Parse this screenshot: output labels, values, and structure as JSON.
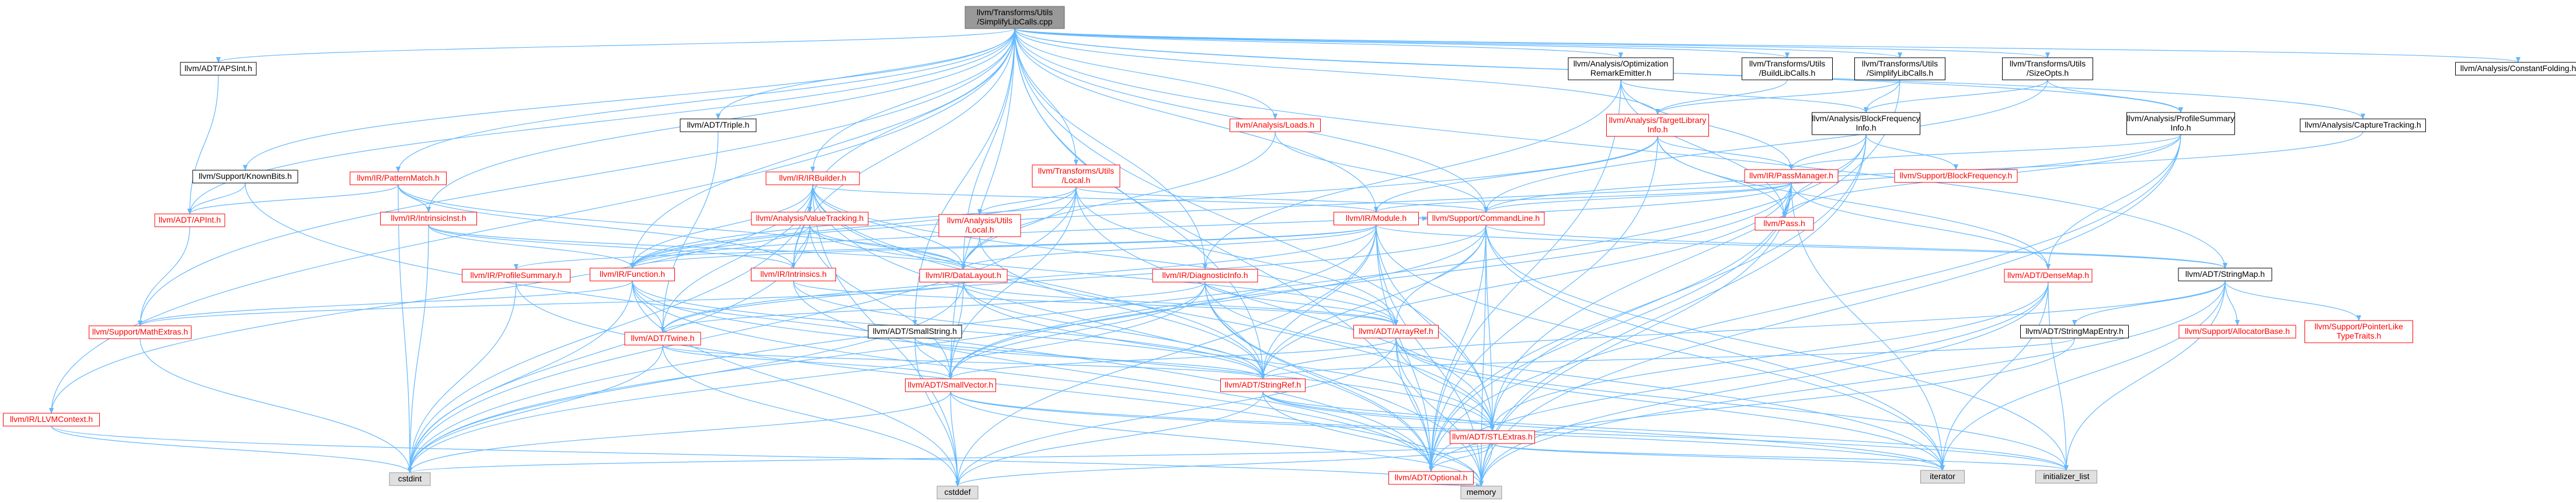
{
  "graph": {
    "title_lines": [
      "llvm/Transforms/Utils",
      "/SimplifyLibCalls.cpp"
    ],
    "colors": {
      "edge": "#63b8ff",
      "missing_node_border": "#ff0000",
      "root_fill": "#999999",
      "system_header_fill": "#e0e0e0"
    },
    "nodes": [
      {
        "id": "root",
        "lines": [
          "llvm/Transforms/Utils",
          "/SimplifyLibCalls.cpp"
        ],
        "kind": "root"
      },
      {
        "id": "apsint",
        "lines": [
          "llvm/ADT/APSInt.h"
        ],
        "kind": "normal"
      },
      {
        "id": "apint",
        "lines": [
          "llvm/ADT/APInt.h"
        ],
        "kind": "red"
      },
      {
        "id": "mathextras",
        "lines": [
          "llvm/Support/MathExtras.h"
        ],
        "kind": "red"
      },
      {
        "id": "llvmcontext",
        "lines": [
          "llvm/IR/LLVMContext.h"
        ],
        "kind": "red"
      },
      {
        "id": "cstdint",
        "lines": [
          "cstdint"
        ],
        "kind": "gray"
      },
      {
        "id": "memory",
        "lines": [
          "memory"
        ],
        "kind": "gray"
      },
      {
        "id": "knownbits",
        "lines": [
          "llvm/Support/KnownBits.h"
        ],
        "kind": "normal"
      },
      {
        "id": "patternmatch",
        "lines": [
          "llvm/IR/PatternMatch.h"
        ],
        "kind": "red"
      },
      {
        "id": "intrinsicinst",
        "lines": [
          "llvm/IR/IntrinsicInst.h"
        ],
        "kind": "red"
      },
      {
        "id": "irbuilder",
        "lines": [
          "llvm/IR/IRBuilder.h"
        ],
        "kind": "red"
      },
      {
        "id": "triple",
        "lines": [
          "llvm/ADT/Triple.h"
        ],
        "kind": "normal"
      },
      {
        "id": "twine",
        "lines": [
          "llvm/ADT/Twine.h"
        ],
        "kind": "red"
      },
      {
        "id": "profilesummary",
        "lines": [
          "llvm/IR/ProfileSummary.h"
        ],
        "kind": "red"
      },
      {
        "id": "function",
        "lines": [
          "llvm/IR/Function.h"
        ],
        "kind": "red"
      },
      {
        "id": "intrinsics",
        "lines": [
          "llvm/IR/Intrinsics.h"
        ],
        "kind": "red"
      },
      {
        "id": "valuetracking",
        "lines": [
          "llvm/Analysis/ValueTracking.h"
        ],
        "kind": "red"
      },
      {
        "id": "smallstring",
        "lines": [
          "llvm/ADT/SmallString.h"
        ],
        "kind": "normal"
      },
      {
        "id": "smallvector",
        "lines": [
          "llvm/ADT/SmallVector.h"
        ],
        "kind": "red"
      },
      {
        "id": "cstddef",
        "lines": [
          "cstddef"
        ],
        "kind": "gray"
      },
      {
        "id": "datalayout",
        "lines": [
          "llvm/IR/DataLayout.h"
        ],
        "kind": "red"
      },
      {
        "id": "utilslocal",
        "lines": [
          "llvm/Transforms/Utils",
          "/Local.h"
        ],
        "kind": "red"
      },
      {
        "id": "analysisutilslocal",
        "lines": [
          "llvm/Analysis/Utils",
          "/Local.h"
        ],
        "kind": "red"
      },
      {
        "id": "loads",
        "lines": [
          "llvm/Analysis/Loads.h"
        ],
        "kind": "red"
      },
      {
        "id": "diagnosticinfo",
        "lines": [
          "llvm/IR/DiagnosticInfo.h"
        ],
        "kind": "red"
      },
      {
        "id": "module",
        "lines": [
          "llvm/IR/Module.h"
        ],
        "kind": "red"
      },
      {
        "id": "arrayref",
        "lines": [
          "llvm/ADT/ArrayRef.h"
        ],
        "kind": "red"
      },
      {
        "id": "stringref",
        "lines": [
          "llvm/ADT/StringRef.h"
        ],
        "kind": "red"
      },
      {
        "id": "stlextras",
        "lines": [
          "llvm/ADT/STLExtras.h"
        ],
        "kind": "red"
      },
      {
        "id": "optional",
        "lines": [
          "llvm/ADT/Optional.h"
        ],
        "kind": "red"
      },
      {
        "id": "remarkemitter",
        "lines": [
          "llvm/Analysis/Optimization",
          "RemarkEmitter.h"
        ],
        "kind": "normal"
      },
      {
        "id": "targetlibraryinfo",
        "lines": [
          "llvm/Analysis/TargetLibrary",
          "Info.h"
        ],
        "kind": "red"
      },
      {
        "id": "commandline",
        "lines": [
          "llvm/Support/CommandLine.h"
        ],
        "kind": "red"
      },
      {
        "id": "buildlibcalls",
        "lines": [
          "llvm/Transforms/Utils",
          "/BuildLibCalls.h"
        ],
        "kind": "normal"
      },
      {
        "id": "simplifylibcalls_h",
        "lines": [
          "llvm/Transforms/Utils",
          "/SimplifyLibCalls.h"
        ],
        "kind": "normal"
      },
      {
        "id": "blockfrequencyinfo",
        "lines": [
          "llvm/Analysis/BlockFrequency",
          "Info.h"
        ],
        "kind": "normal"
      },
      {
        "id": "passmanager",
        "lines": [
          "llvm/IR/PassManager.h"
        ],
        "kind": "red"
      },
      {
        "id": "pass",
        "lines": [
          "llvm/Pass.h"
        ],
        "kind": "red"
      },
      {
        "id": "blockfrequency",
        "lines": [
          "llvm/Support/BlockFrequency.h"
        ],
        "kind": "red"
      },
      {
        "id": "sizeopts",
        "lines": [
          "llvm/Transforms/Utils",
          "/SizeOpts.h"
        ],
        "kind": "normal"
      },
      {
        "id": "profilesummaryinfo",
        "lines": [
          "llvm/Analysis/ProfileSummary",
          "Info.h"
        ],
        "kind": "normal"
      },
      {
        "id": "densemap",
        "lines": [
          "llvm/ADT/DenseMap.h"
        ],
        "kind": "red"
      },
      {
        "id": "stringmap",
        "lines": [
          "llvm/ADT/StringMap.h"
        ],
        "kind": "normal"
      },
      {
        "id": "stringmapentry",
        "lines": [
          "llvm/ADT/StringMapEntry.h"
        ],
        "kind": "normal"
      },
      {
        "id": "allocatorbase",
        "lines": [
          "llvm/Support/AllocatorBase.h"
        ],
        "kind": "red"
      },
      {
        "id": "pointerliketypetraits",
        "lines": [
          "llvm/Support/PointerLike",
          "TypeTraits.h"
        ],
        "kind": "red"
      },
      {
        "id": "capturetracking",
        "lines": [
          "llvm/Analysis/CaptureTracking.h"
        ],
        "kind": "normal"
      },
      {
        "id": "constantfolding",
        "lines": [
          "llvm/Analysis/ConstantFolding.h"
        ],
        "kind": "normal"
      },
      {
        "id": "iterator",
        "lines": [
          "iterator"
        ],
        "kind": "gray"
      },
      {
        "id": "initializer_list",
        "lines": [
          "initializer_list"
        ],
        "kind": "gray"
      }
    ],
    "edges": [
      [
        "root",
        "apsint"
      ],
      [
        "root",
        "knownbits"
      ],
      [
        "root",
        "llvmcontext"
      ],
      [
        "root",
        "mathextras"
      ],
      [
        "root",
        "patternmatch"
      ],
      [
        "root",
        "intrinsicinst"
      ],
      [
        "root",
        "function"
      ],
      [
        "root",
        "triple"
      ],
      [
        "root",
        "irbuilder"
      ],
      [
        "root",
        "valuetracking"
      ],
      [
        "root",
        "intrinsics"
      ],
      [
        "root",
        "datalayout"
      ],
      [
        "root",
        "smallstring"
      ],
      [
        "root",
        "utilslocal"
      ],
      [
        "root",
        "loads"
      ],
      [
        "root",
        "module"
      ],
      [
        "root",
        "stringmap"
      ],
      [
        "root",
        "remarkemitter"
      ],
      [
        "root",
        "buildlibcalls"
      ],
      [
        "root",
        "simplifylibcalls_h"
      ],
      [
        "root",
        "sizeopts"
      ],
      [
        "root",
        "profilesummaryinfo"
      ],
      [
        "root",
        "capturetracking"
      ],
      [
        "root",
        "constantfolding"
      ],
      [
        "root",
        "targetlibraryinfo"
      ],
      [
        "root",
        "commandline"
      ],
      [
        "root",
        "stringref"
      ],
      [
        "root",
        "smallvector"
      ],
      [
        "root",
        "diagnosticinfo"
      ],
      [
        "root",
        "optional"
      ],
      [
        "root",
        "stlextras"
      ],
      [
        "root",
        "apint"
      ],
      [
        "apsint",
        "apint"
      ],
      [
        "apint",
        "mathextras"
      ],
      [
        "mathextras",
        "cstdint"
      ],
      [
        "llvmcontext",
        "cstdint"
      ],
      [
        "llvmcontext",
        "memory"
      ],
      [
        "knownbits",
        "apint"
      ],
      [
        "knownbits",
        "optional"
      ],
      [
        "patternmatch",
        "apint"
      ],
      [
        "patternmatch",
        "intrinsicinst"
      ],
      [
        "patternmatch",
        "datalayout"
      ],
      [
        "patternmatch",
        "intrinsics"
      ],
      [
        "patternmatch",
        "cstdint"
      ],
      [
        "intrinsicinst",
        "function"
      ],
      [
        "intrinsicinst",
        "intrinsics"
      ],
      [
        "intrinsicinst",
        "cstdint"
      ],
      [
        "intrinsicinst",
        "datalayout"
      ],
      [
        "irbuilder",
        "arrayref"
      ],
      [
        "irbuilder",
        "twine"
      ],
      [
        "irbuilder",
        "stringref"
      ],
      [
        "irbuilder",
        "datalayout"
      ],
      [
        "irbuilder",
        "function"
      ],
      [
        "irbuilder",
        "intrinsics"
      ],
      [
        "irbuilder",
        "module"
      ],
      [
        "irbuilder",
        "cstddef"
      ],
      [
        "irbuilder",
        "cstdint"
      ],
      [
        "irbuilder",
        "optional"
      ],
      [
        "irbuilder",
        "stlextras"
      ],
      [
        "irbuilder",
        "llvmcontext"
      ],
      [
        "triple",
        "twine"
      ],
      [
        "twine",
        "smallvector"
      ],
      [
        "twine",
        "stringref"
      ],
      [
        "twine",
        "cstdint"
      ],
      [
        "twine",
        "cstddef"
      ],
      [
        "profilesummary",
        "cstdint"
      ],
      [
        "profilesummary",
        "memory"
      ],
      [
        "function",
        "twine"
      ],
      [
        "function",
        "cstdint"
      ],
      [
        "function",
        "stringref"
      ],
      [
        "function",
        "mathextras"
      ],
      [
        "function",
        "stlextras"
      ],
      [
        "function",
        "optional"
      ],
      [
        "function",
        "cstddef"
      ],
      [
        "intrinsics",
        "arrayref"
      ],
      [
        "intrinsics",
        "optional"
      ],
      [
        "intrinsics",
        "stringref"
      ],
      [
        "valuetracking",
        "arrayref"
      ],
      [
        "valuetracking",
        "smallvector"
      ],
      [
        "valuetracking",
        "datalayout"
      ],
      [
        "valuetracking",
        "intrinsics"
      ],
      [
        "valuetracking",
        "function"
      ],
      [
        "valuetracking",
        "cstdint"
      ],
      [
        "smallstring",
        "smallvector"
      ],
      [
        "smallstring",
        "stringref"
      ],
      [
        "smallstring",
        "cstddef"
      ],
      [
        "smallvector",
        "cstdint"
      ],
      [
        "smallvector",
        "cstddef"
      ],
      [
        "smallvector",
        "memory"
      ],
      [
        "smallvector",
        "iterator"
      ],
      [
        "smallvector",
        "initializer_list"
      ],
      [
        "datalayout",
        "arrayref"
      ],
      [
        "datalayout",
        "smallvector"
      ],
      [
        "datalayout",
        "stringref"
      ],
      [
        "datalayout",
        "cstdint"
      ],
      [
        "datalayout",
        "mathextras"
      ],
      [
        "datalayout",
        "stlextras"
      ],
      [
        "utilslocal",
        "datalayout"
      ],
      [
        "utilslocal",
        "arrayref"
      ],
      [
        "utilslocal",
        "smallvector"
      ],
      [
        "utilslocal",
        "analysisutilslocal"
      ],
      [
        "utilslocal",
        "function"
      ],
      [
        "utilslocal",
        "commandline"
      ],
      [
        "utilslocal",
        "cstdint"
      ],
      [
        "utilslocal",
        "stlextras"
      ],
      [
        "analysisutilslocal",
        "datalayout"
      ],
      [
        "analysisutilslocal",
        "stringref"
      ],
      [
        "loads",
        "commandline"
      ],
      [
        "loads",
        "datalayout"
      ],
      [
        "diagnosticinfo",
        "arrayref"
      ],
      [
        "diagnosticinfo",
        "twine"
      ],
      [
        "diagnosticinfo",
        "stringref"
      ],
      [
        "diagnosticinfo",
        "optional"
      ],
      [
        "diagnosticinfo",
        "iterator"
      ],
      [
        "diagnosticinfo",
        "memory"
      ],
      [
        "diagnosticinfo",
        "cstdint"
      ],
      [
        "diagnosticinfo",
        "smallvector"
      ],
      [
        "module",
        "stringmap"
      ],
      [
        "module",
        "stringref"
      ],
      [
        "module",
        "datalayout"
      ],
      [
        "module",
        "function"
      ],
      [
        "module",
        "profilesummary"
      ],
      [
        "module",
        "optional"
      ],
      [
        "module",
        "stlextras"
      ],
      [
        "module",
        "cstddef"
      ],
      [
        "module",
        "cstdint"
      ],
      [
        "module",
        "iterator"
      ],
      [
        "module",
        "memory"
      ],
      [
        "module",
        "twine"
      ],
      [
        "module",
        "commandline"
      ],
      [
        "arrayref",
        "smallvector"
      ],
      [
        "arrayref",
        "stlextras"
      ],
      [
        "arrayref",
        "cstddef"
      ],
      [
        "arrayref",
        "iterator"
      ],
      [
        "arrayref",
        "memory"
      ],
      [
        "arrayref",
        "initializer_list"
      ],
      [
        "arrayref",
        "optional"
      ],
      [
        "stringref",
        "stlextras"
      ],
      [
        "stringref",
        "cstddef"
      ],
      [
        "stringref",
        "iterator"
      ],
      [
        "stringref",
        "initializer_list"
      ],
      [
        "stringref",
        "memory"
      ],
      [
        "stlextras",
        "optional"
      ],
      [
        "stlextras",
        "iterator"
      ],
      [
        "stlextras",
        "memory"
      ],
      [
        "stlextras",
        "initializer_list"
      ],
      [
        "stlextras",
        "cstdint"
      ],
      [
        "stlextras",
        "cstddef"
      ],
      [
        "optional",
        "memory"
      ],
      [
        "remarkemitter",
        "diagnosticinfo"
      ],
      [
        "remarkemitter",
        "blockfrequencyinfo"
      ],
      [
        "remarkemitter",
        "pass"
      ],
      [
        "remarkemitter",
        "passmanager"
      ],
      [
        "remarkemitter",
        "optional"
      ],
      [
        "targetlibraryinfo",
        "densemap"
      ],
      [
        "targetlibraryinfo",
        "module"
      ],
      [
        "targetlibraryinfo",
        "passmanager"
      ],
      [
        "targetlibraryinfo",
        "pass"
      ],
      [
        "targetlibraryinfo",
        "function"
      ],
      [
        "targetlibraryinfo",
        "optional"
      ],
      [
        "commandline",
        "stringmap"
      ],
      [
        "commandline",
        "stringref"
      ],
      [
        "commandline",
        "smallvector"
      ],
      [
        "commandline",
        "twine"
      ],
      [
        "commandline",
        "arrayref"
      ],
      [
        "commandline",
        "stlextras"
      ],
      [
        "commandline",
        "memory"
      ],
      [
        "commandline",
        "iterator"
      ],
      [
        "commandline",
        "initializer_list"
      ],
      [
        "commandline",
        "optional"
      ],
      [
        "buildlibcalls",
        "targetlibraryinfo"
      ],
      [
        "simplifylibcalls_h",
        "stlextras"
      ],
      [
        "simplifylibcalls_h",
        "targetlibraryinfo"
      ],
      [
        "simplifylibcalls_h",
        "blockfrequencyinfo"
      ],
      [
        "blockfrequencyinfo",
        "passmanager"
      ],
      [
        "blockfrequencyinfo",
        "pass"
      ],
      [
        "blockfrequencyinfo",
        "blockfrequency"
      ],
      [
        "blockfrequencyinfo",
        "cstdint"
      ],
      [
        "blockfrequencyinfo",
        "memory"
      ],
      [
        "blockfrequencyinfo",
        "optional"
      ],
      [
        "passmanager",
        "densemap"
      ],
      [
        "passmanager",
        "stringref"
      ],
      [
        "passmanager",
        "smallvector"
      ],
      [
        "passmanager",
        "module"
      ],
      [
        "passmanager",
        "function"
      ],
      [
        "passmanager",
        "stlextras"
      ],
      [
        "passmanager",
        "pass"
      ],
      [
        "passmanager",
        "commandline"
      ],
      [
        "passmanager",
        "memory"
      ],
      [
        "passmanager",
        "iterator"
      ],
      [
        "passmanager",
        "optional"
      ],
      [
        "sizeopts",
        "commandline"
      ],
      [
        "sizeopts",
        "profilesummaryinfo"
      ],
      [
        "sizeopts",
        "blockfrequencyinfo"
      ],
      [
        "profilesummaryinfo",
        "densemap"
      ],
      [
        "profilesummaryinfo",
        "passmanager"
      ],
      [
        "profilesummaryinfo",
        "pass"
      ],
      [
        "profilesummaryinfo",
        "function"
      ],
      [
        "profilesummaryinfo",
        "memory"
      ],
      [
        "profilesummaryinfo",
        "optional"
      ],
      [
        "densemap",
        "stlextras"
      ],
      [
        "densemap",
        "optional"
      ],
      [
        "densemap",
        "iterator"
      ],
      [
        "densemap",
        "initializer_list"
      ],
      [
        "densemap",
        "memory"
      ],
      [
        "stringmap",
        "stringmapentry"
      ],
      [
        "stringmap",
        "allocatorbase"
      ],
      [
        "stringmap",
        "pointerliketypetraits"
      ],
      [
        "stringmap",
        "iterator"
      ],
      [
        "stringmap",
        "initializer_list"
      ],
      [
        "stringmap",
        "stringref"
      ],
      [
        "stringmap",
        "memory"
      ],
      [
        "stringmapentry",
        "stringref"
      ],
      [
        "stringmapentry",
        "optional"
      ],
      [
        "capturetracking",
        "commandline"
      ]
    ]
  }
}
